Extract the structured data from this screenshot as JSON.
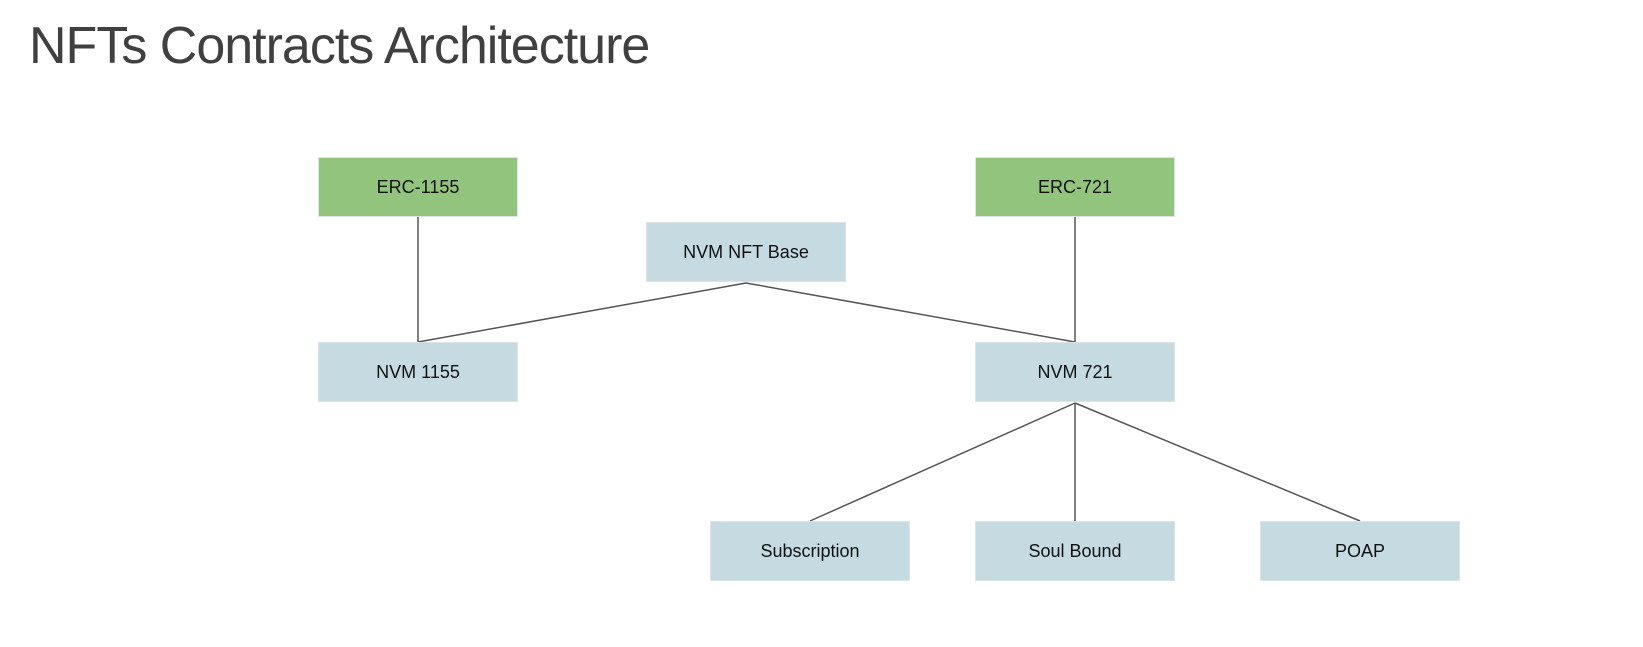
{
  "title": "NFTs Contracts Architecture",
  "colors": {
    "standard_node": "#93c47d",
    "contract_node": "#c5dbe1",
    "connector": "#555555",
    "title_text": "#404040"
  },
  "nodes": {
    "erc1155": {
      "label": "ERC-1155",
      "kind": "standard"
    },
    "erc721": {
      "label": "ERC-721",
      "kind": "standard"
    },
    "nvm_nft_base": {
      "label": "NVM NFT Base",
      "kind": "contract"
    },
    "nvm1155": {
      "label": "NVM 1155",
      "kind": "contract"
    },
    "nvm721": {
      "label": "NVM 721",
      "kind": "contract"
    },
    "subscription": {
      "label": "Subscription",
      "kind": "contract"
    },
    "soul_bound": {
      "label": "Soul Bound",
      "kind": "contract"
    },
    "poap": {
      "label": "POAP",
      "kind": "contract"
    }
  },
  "edges": [
    {
      "from": "erc1155",
      "to": "nvm1155"
    },
    {
      "from": "nvm_nft_base",
      "to": "nvm1155"
    },
    {
      "from": "nvm_nft_base",
      "to": "nvm721"
    },
    {
      "from": "erc721",
      "to": "nvm721"
    },
    {
      "from": "nvm721",
      "to": "subscription"
    },
    {
      "from": "nvm721",
      "to": "soul_bound"
    },
    {
      "from": "nvm721",
      "to": "poap"
    }
  ]
}
